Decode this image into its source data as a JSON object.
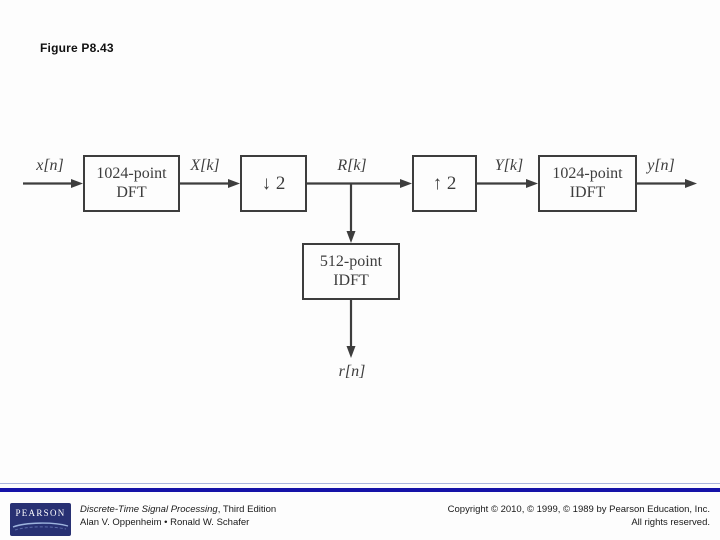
{
  "slide": {
    "title": "Figure P8.43"
  },
  "diagram": {
    "blocks": {
      "dft": {
        "line1": "1024-point",
        "line2": "DFT"
      },
      "decimator": {
        "label": "↓ 2"
      },
      "expander": {
        "label": "↑ 2"
      },
      "idft1024": {
        "line1": "1024-point",
        "line2": "IDFT"
      },
      "idft512": {
        "line1": "512-point",
        "line2": "IDFT"
      }
    },
    "signals": {
      "input": "x[n]",
      "after_dft": "X[k]",
      "after_decimator": "R[k]",
      "after_expander": "Y[k]",
      "output": "y[n]",
      "branch_output": "r[n]"
    }
  },
  "footer": {
    "logo_text": "PEARSON",
    "book_title": "Discrete-Time Signal Processing",
    "edition": ", Third Edition",
    "authors": "Alan V. Oppenheim • Ronald W. Schafer",
    "copyright": "Copyright © 2010, © 1999, © 1989 by Pearson Education, Inc.",
    "rights": "All rights reserved."
  },
  "colors": {
    "diagram_ink": "#3d3d3d",
    "footer_rule_navy": "#1512a8",
    "footer_rule_light": "#aab4de",
    "logo_background": "#283173",
    "logo_swoosh": "#9db3dd"
  }
}
